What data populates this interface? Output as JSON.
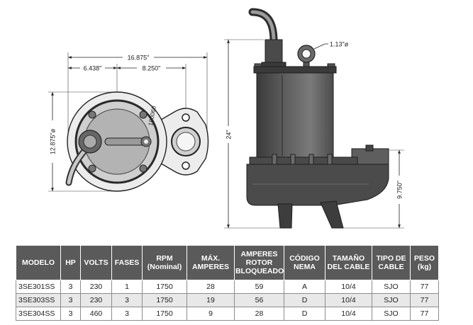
{
  "drawing": {
    "top_view": {
      "dim_overall": "16.875\"",
      "dim_left": "6.438\"",
      "dim_right": "8.250\"",
      "dim_diameter": "12.875\"ø",
      "casting_mark": "180060"
    },
    "side_view": {
      "dim_height": "24\"",
      "dim_discharge_height": "9.750\"",
      "dim_eye": "1.13\"ø"
    }
  },
  "table": {
    "headers": [
      {
        "lines": [
          "MODELO"
        ]
      },
      {
        "lines": [
          "HP"
        ]
      },
      {
        "lines": [
          "VOLTS"
        ]
      },
      {
        "lines": [
          "FASES"
        ]
      },
      {
        "lines": [
          "RPM",
          "(Nominal)"
        ]
      },
      {
        "lines": [
          "MÁX.",
          "AMPERES"
        ]
      },
      {
        "lines": [
          "AMPERES",
          "ROTOR",
          "BLOQUEADO"
        ]
      },
      {
        "lines": [
          "CÓDIGO",
          "NEMA"
        ]
      },
      {
        "lines": [
          "TAMAÑO",
          "DEL CABLE"
        ]
      },
      {
        "lines": [
          "TIPO DE",
          "CABLE"
        ]
      },
      {
        "lines": [
          "PESO",
          "(kg)"
        ]
      }
    ],
    "rows": [
      {
        "cells": [
          "3SE301SS",
          "3",
          "230",
          "1",
          "1750",
          "28",
          "59",
          "A",
          "10/4",
          "SJO",
          "77"
        ]
      },
      {
        "cells": [
          "3SE303SS",
          "3",
          "230",
          "3",
          "1750",
          "19",
          "56",
          "D",
          "10/4",
          "SJO",
          "77"
        ]
      },
      {
        "cells": [
          "3SE304SS",
          "3",
          "460",
          "3",
          "1750",
          "9",
          "28",
          "D",
          "10/4",
          "SJO",
          "77"
        ]
      }
    ]
  },
  "colors": {
    "header_bg": "#5a5a5a",
    "alt_row_bg": "#e8e8e8",
    "border": "#8c8c8c"
  }
}
